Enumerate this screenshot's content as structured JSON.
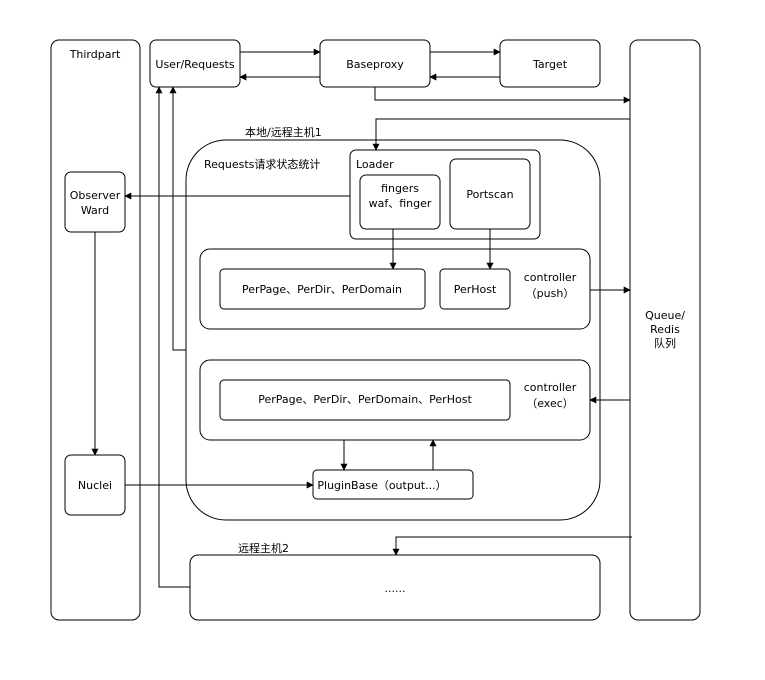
{
  "nodes": {
    "thirdpart": "Thirdpart",
    "user_requests": "User/Requests",
    "baseproxy": "Baseproxy",
    "target": "Target",
    "queue": {
      "line1": "Queue/",
      "line2": "Redis",
      "line3": "队列"
    },
    "host1_label": "本地/远程主机1",
    "requests_stats": "Requests请求状态统计",
    "loader": "Loader",
    "fingers": {
      "line1": "fingers",
      "line2": "waf、finger"
    },
    "portscan": "Portscan",
    "observer_ward": {
      "line1": "Observer",
      "line2": "Ward"
    },
    "push_per_items": "PerPage、PerDir、PerDomain",
    "perhost": "PerHost",
    "controller_push": {
      "line1": "controller",
      "line2": "（push）"
    },
    "exec_per_items": "PerPage、PerDir、PerDomain、PerHost",
    "controller_exec": {
      "line1": "controller",
      "line2": "（exec）"
    },
    "nuclei": "Nuclei",
    "pluginbase": "PluginBase（output...）",
    "host2_label": "远程主机2",
    "ellipsis": "......"
  }
}
